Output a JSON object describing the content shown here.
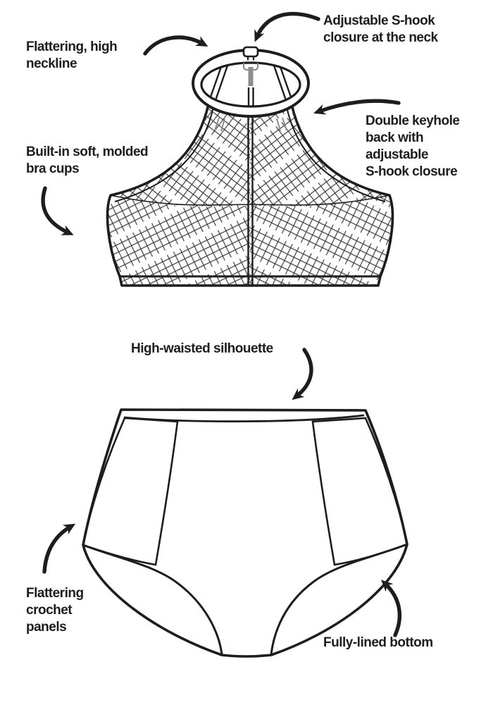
{
  "colors": {
    "ink": "#1d1d1d",
    "hatch": "#3f3f3f",
    "soft_gray": "#8d8d8d",
    "background": "#ffffff"
  },
  "annotations": {
    "neckline": {
      "text": "Flattering, high\nneckline"
    },
    "neck_closure": {
      "text": "Adjustable S-hook\nclosure at the neck"
    },
    "keyhole_back": {
      "text": "Double keyhole\nback with\nadjustable\nS-hook closure"
    },
    "bra_cups": {
      "text": "Built-in soft, molded\nbra cups"
    },
    "high_waist": {
      "text": "High-waisted silhouette"
    },
    "crochet_panels": {
      "text": "Flattering\ncrochet\npanels"
    },
    "lined_bottom": {
      "text": "Fully-lined bottom"
    }
  }
}
